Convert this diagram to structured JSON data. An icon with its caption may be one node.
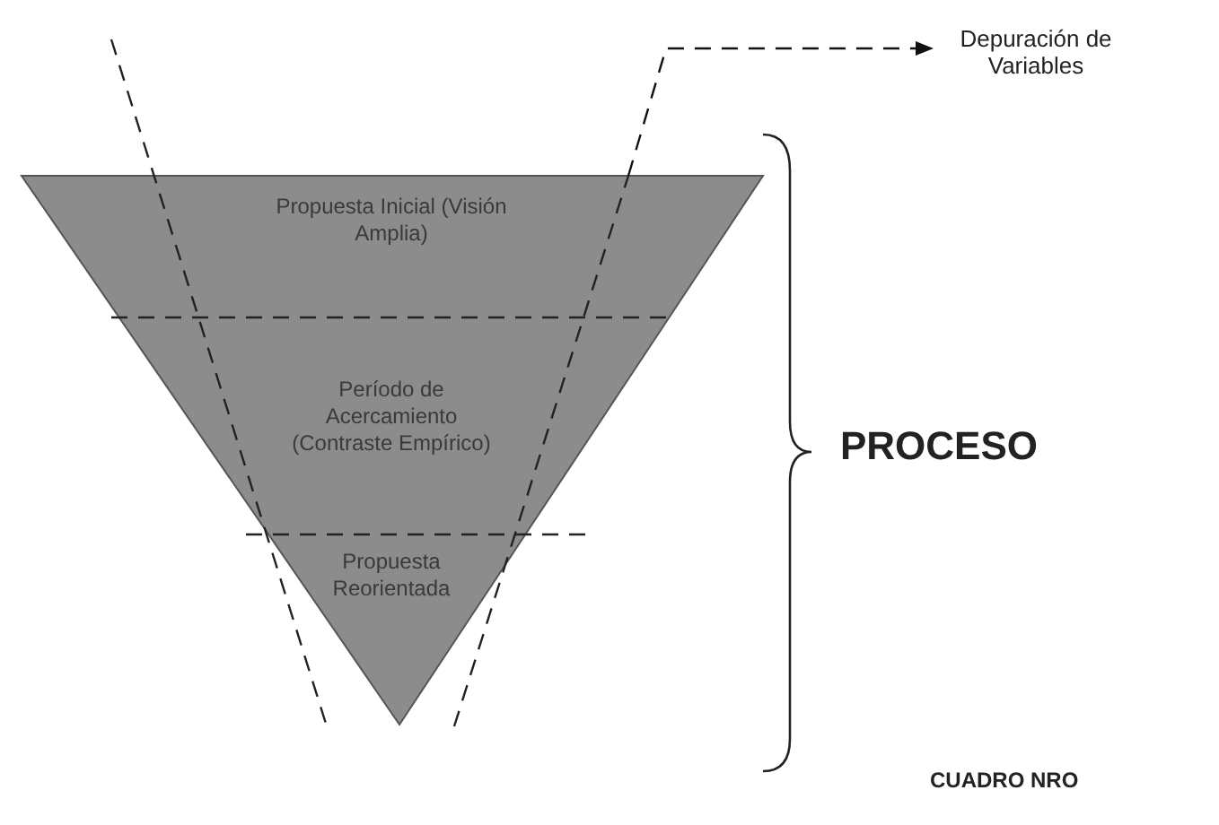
{
  "diagram": {
    "nodes": [
      {
        "text": [],
        "shape": "triangle"
      },
      {
        "text": [
          "Propuesta Inicial (Visión Amplia)"
        ],
        "in": 0
      },
      {
        "text": [
          "Período de Acercamiento (Contraste Empírico)"
        ],
        "in": 0
      },
      {
        "text": [
          "Propuesta Reorientada"
        ],
        "in": 0
      },
      {
        "text": [
          "Depuración de Variables"
        ]
      }
    ],
    "edges": [
      {
        "from": 0,
        "to": 4,
        "arrow": "to",
        "style": "dashed"
      }
    ],
    "labels": [
      "PROCESO",
      "CUADRO NRO"
    ]
  }
}
